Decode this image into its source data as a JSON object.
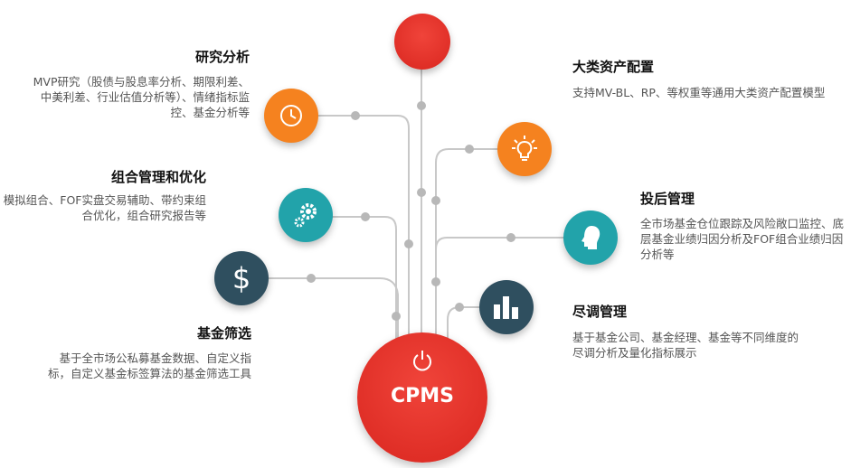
{
  "center": {
    "label": "CPMS",
    "icon": "power-icon"
  },
  "colors": {
    "red": "#e8302a",
    "orange": "#f5821f",
    "teal": "#22a3aa",
    "dark": "#2f4f5f",
    "line": "#c8c8c8"
  },
  "modules": [
    {
      "title": "研究分析",
      "desc": "MVP研究（股债与股息率分析、期限利差、中美利差、行业估值分析等）、情绪指标监控、基金分析等",
      "icon": "clock-icon"
    },
    {
      "title": "组合管理和优化",
      "desc": "模拟组合、FOF实盘交易辅助、带约束组合优化，组合研究报告等",
      "icon": "gears-icon"
    },
    {
      "title": "基金筛选",
      "desc": "基于全市场公私募基金数据、自定义指标，自定义基金标签算法的基金筛选工具",
      "icon": "dollar-icon"
    },
    {
      "title": "大类资产配置",
      "desc": "支持MV-BL、RP、等权重等通用大类资产配置模型",
      "icon": "lightbulb-icon"
    },
    {
      "title": "投后管理",
      "desc": "全市场基金仓位跟踪及风险敞口监控、底层基金业绩归因分析及FOF组合业绩归因分析等",
      "icon": "head-icon"
    },
    {
      "title": "尽调管理",
      "desc": "基于基金公司、基金经理、基金等不同维度的尽调分析及量化指标展示",
      "icon": "bar-chart-icon"
    }
  ]
}
